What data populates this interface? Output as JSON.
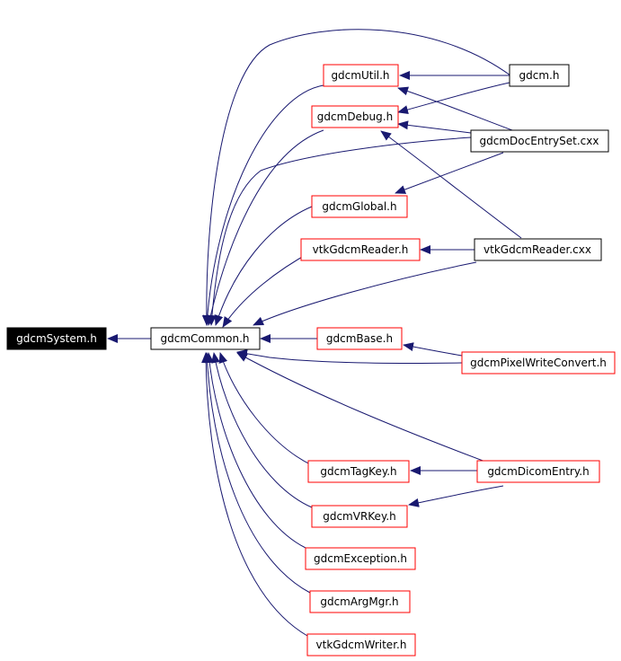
{
  "colors": {
    "edge": "#191970",
    "root_fill": "#000000",
    "root_text": "#ffffff",
    "linked_border": "#ff0000",
    "plain_border": "#000000",
    "node_fill": "#ffffff",
    "node_text": "#000000"
  },
  "nodes": {
    "gdcmSystem": "gdcmSystem.h",
    "gdcmCommon": "gdcmCommon.h",
    "gdcmUtil": "gdcmUtil.h",
    "gdcm": "gdcm.h",
    "gdcmDebug": "gdcmDebug.h",
    "gdcmDocEntrySet": "gdcmDocEntrySet.cxx",
    "gdcmGlobal": "gdcmGlobal.h",
    "vtkGdcmReaderH": "vtkGdcmReader.h",
    "vtkGdcmReaderCxx": "vtkGdcmReader.cxx",
    "gdcmBase": "gdcmBase.h",
    "gdcmPixelWriteConvert": "gdcmPixelWriteConvert.h",
    "gdcmTagKey": "gdcmTagKey.h",
    "gdcmDicomEntry": "gdcmDicomEntry.h",
    "gdcmVRKey": "gdcmVRKey.h",
    "gdcmException": "gdcmException.h",
    "gdcmArgMgr": "gdcmArgMgr.h",
    "vtkGdcmWriter": "vtkGdcmWriter.h"
  }
}
